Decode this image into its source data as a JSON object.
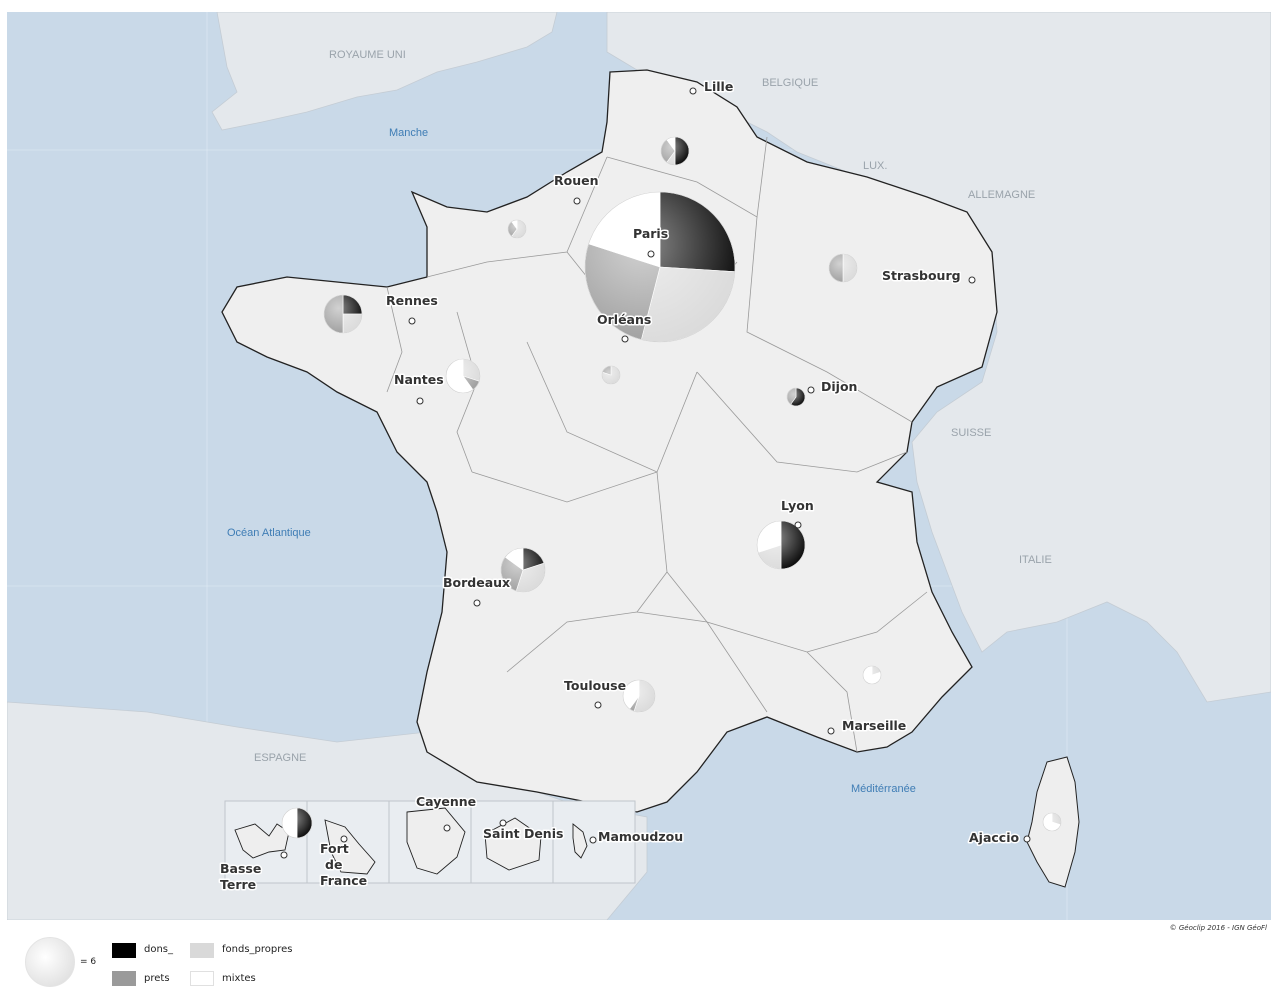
{
  "map": {
    "countries": [
      "ROYAUME UNI",
      "BELGIQUE",
      "LUX.",
      "ALLEMAGNE",
      "SUISSE",
      "ITALIE",
      "ESPAGNE"
    ],
    "seas": [
      "Manche",
      "Océan Atlantique",
      "Méditérranée"
    ],
    "cities": [
      "Lille",
      "Rouen",
      "Paris",
      "Strasbourg",
      "Rennes",
      "Orléans",
      "Nantes",
      "Dijon",
      "Lyon",
      "Bordeaux",
      "Toulouse",
      "Marseille",
      "Ajaccio"
    ],
    "overseas": [
      "Basse Terre",
      "Fort de France",
      "Cayenne",
      "Saint Denis",
      "Mamoudzou"
    ],
    "copyright": "© Géoclip 2016 - IGN GéoFl"
  },
  "legend": {
    "size_value": "= 6",
    "categories": [
      {
        "name": "dons_",
        "color": "#000000"
      },
      {
        "name": "fonds_propres",
        "color": "#d9d9d9"
      },
      {
        "name": "prets",
        "color": "#9a9a9a"
      },
      {
        "name": "mixtes",
        "color": "#ffffff"
      }
    ]
  }
}
